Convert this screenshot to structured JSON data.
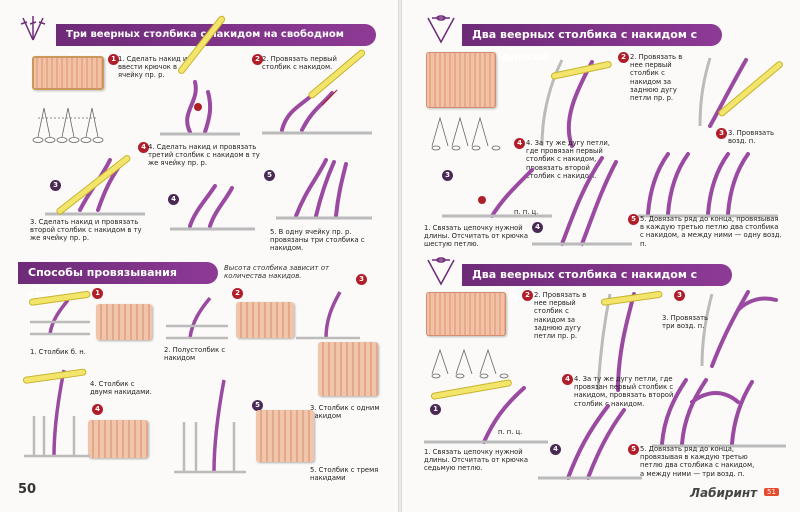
{
  "left_page": {
    "section1": {
      "title": "Три веерных столбика с накидом на свободном основании",
      "steps": [
        {
          "num": "1",
          "text": "1. Сделать накид и ввести крючок в ячейку пр. р."
        },
        {
          "num": "2",
          "text": "2. Провязать первый столбик с накидом."
        },
        {
          "num": "3",
          "text": "3. Сделать накид и провязать второй столбик с накидом в ту же ячейку пр. р."
        },
        {
          "num": "4",
          "text": "4. Сделать накид и провязать третий столбик с накидом в ту же ячейку пр. р."
        },
        {
          "num": "5",
          "text": "5. В одну ячейку пр. р. провязаны три столбика с накидом."
        }
      ]
    },
    "section2": {
      "title": "Способы провязывания столбиков",
      "note": "Высота столбика зависит от количества накидов.",
      "steps": [
        {
          "num": "1",
          "text": "1. Столбик б. н."
        },
        {
          "num": "2",
          "text": "2. Полустолбик с накидом"
        },
        {
          "num": "3",
          "text": "3. Столбик с одним накидом"
        },
        {
          "num": "4",
          "text": "4. Столбик с двумя накидами."
        },
        {
          "num": "5",
          "text": "5. Столбик с тремя накидами"
        }
      ]
    },
    "page_number": "50"
  },
  "right_page": {
    "section1": {
      "title": "Два веерных столбика с накидом с серединкой",
      "steps": [
        {
          "num": "1",
          "text": "1. Связать цепочку нужной длины. Отсчитать от крючка шестую петлю."
        },
        {
          "num": "2",
          "text": "2. Провязать в нее первый столбик с накидом за заднюю дугу петли пр. р."
        },
        {
          "num": "3",
          "text": "3. Провязать возд. п."
        },
        {
          "num": "4",
          "text": "4. За ту же дугу петли, где провязан первый столбик с накидом, провязать второй столбик с накидом."
        },
        {
          "num": "5",
          "text": "5. Довязать ряд до конца, провязывая в каждую третью петлю два столбика с накидом, а между ними — одну возд. п."
        }
      ],
      "labels": [
        "п. п. ц."
      ]
    },
    "section2": {
      "title": "Два веерных столбика с накидом с серединкой",
      "steps": [
        {
          "num": "1",
          "text": "1. Связать цепочку нужной длины. Отсчитать от крючка седьмую петлю."
        },
        {
          "num": "2",
          "text": "2. Провязать в нее первый столбик с накидом за заднюю дугу петли пр. р."
        },
        {
          "num": "3",
          "text": "3. Провязать три возд. п."
        },
        {
          "num": "4",
          "text": "4. За ту же дугу петли, где провязан первый столбик с накидом, провязать второй столбик с накидом."
        },
        {
          "num": "5",
          "text": "5. Довязать ряд до конца, провязывая в каждую третью петлю два столбика с накидом, а между ними — три возд. п."
        }
      ],
      "labels": [
        "п. п. ц."
      ]
    },
    "page_number": "51",
    "watermark": "Лабиринт"
  }
}
